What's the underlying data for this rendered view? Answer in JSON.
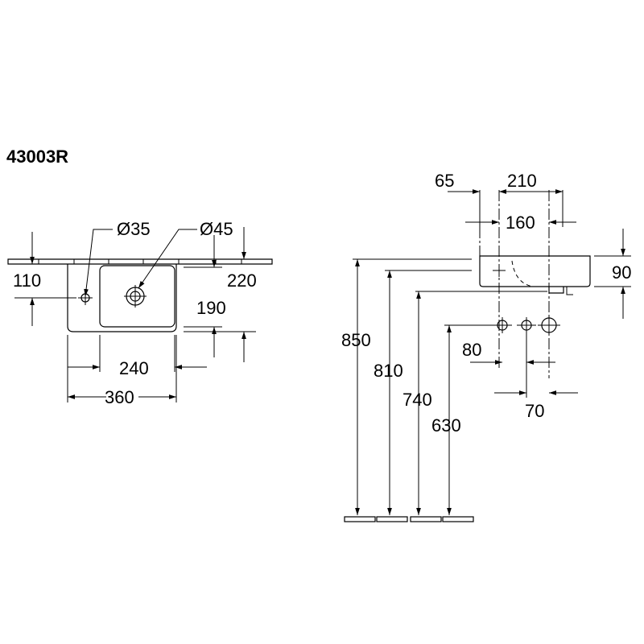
{
  "model": "43003R",
  "plan_view": {
    "hole_small_dia": "Ø35",
    "hole_large_dia": "Ø45",
    "depth_front": "110",
    "depth_total": "220",
    "depth_bowl": "190",
    "width_bowl": "240",
    "width_total": "360"
  },
  "side_view": {
    "offset_wall": "65",
    "width_top": "210",
    "width_inner": "160",
    "bowl_height": "90",
    "height_850": "850",
    "height_810": "810",
    "height_740": "740",
    "height_630": "630",
    "spacing_80": "80",
    "spacing_70": "70"
  }
}
